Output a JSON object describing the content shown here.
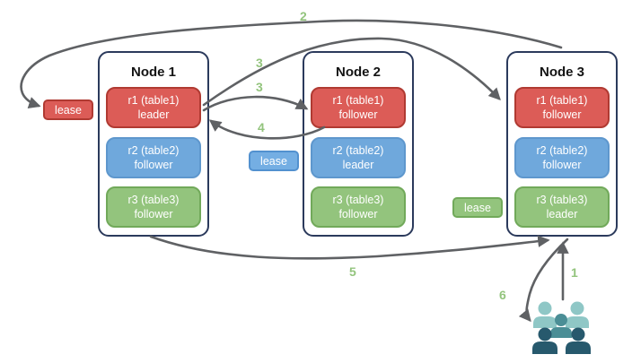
{
  "diagram": {
    "nodes": [
      {
        "title": "Node 1",
        "replicas": [
          {
            "label": "r1 (table1)",
            "role": "leader",
            "color": "red"
          },
          {
            "label": "r2 (table2)",
            "role": "follower",
            "color": "blue"
          },
          {
            "label": "r3 (table3)",
            "role": "follower",
            "color": "green"
          }
        ]
      },
      {
        "title": "Node 2",
        "replicas": [
          {
            "label": "r1 (table1)",
            "role": "follower",
            "color": "red"
          },
          {
            "label": "r2 (table2)",
            "role": "leader",
            "color": "blue"
          },
          {
            "label": "r3 (table3)",
            "role": "follower",
            "color": "green"
          }
        ]
      },
      {
        "title": "Node 3",
        "replicas": [
          {
            "label": "r1 (table1)",
            "role": "follower",
            "color": "red"
          },
          {
            "label": "r2 (table2)",
            "role": "follower",
            "color": "blue"
          },
          {
            "label": "r3 (table3)",
            "role": "leader",
            "color": "green"
          }
        ]
      }
    ],
    "leases": [
      {
        "label": "lease",
        "color": "red"
      },
      {
        "label": "lease",
        "color": "blue"
      },
      {
        "label": "lease",
        "color": "green"
      }
    ],
    "steps": {
      "1": "1",
      "2": "2",
      "3a": "3",
      "3b": "3",
      "4": "4",
      "5": "5",
      "6": "6"
    },
    "icons": [
      "users-icon"
    ]
  },
  "colors": {
    "arrow": "#5f6164",
    "step": "#93c47d",
    "node-border": "#2b3a5c",
    "red-fill": "#dc5c57",
    "red-border": "#b03a32",
    "blue-fill": "#6fa8dc",
    "blue-border": "#5e97cd",
    "green-fill": "#93c47d",
    "green-border": "#71a95a",
    "lease-blue-fill": "#74aee3",
    "lease-blue-border": "#5291cf",
    "users-light": "#8fc7c6",
    "users-mid": "#4b8e96",
    "users-dark": "#27596d"
  }
}
